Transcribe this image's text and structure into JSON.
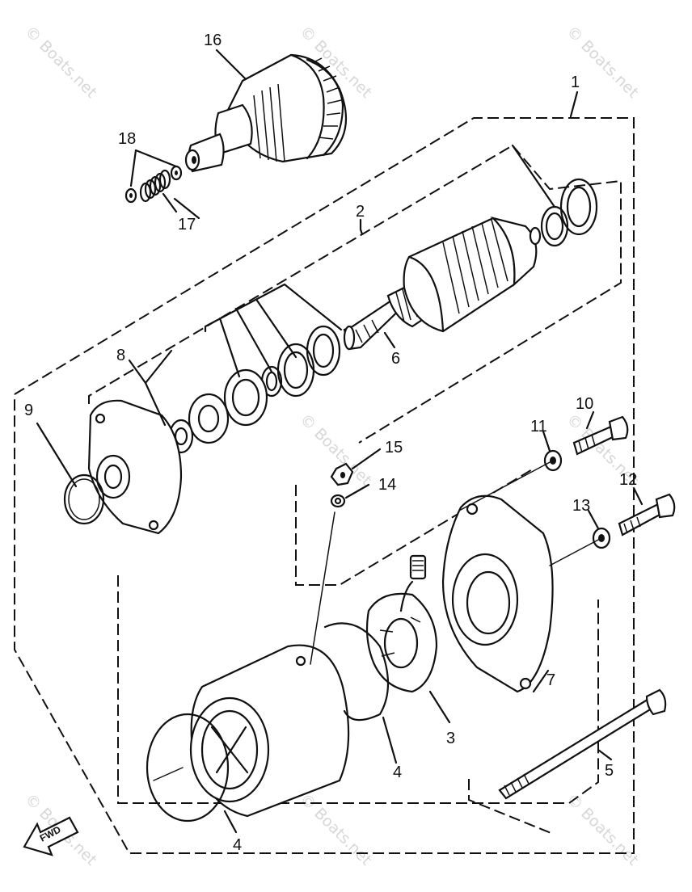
{
  "diagram": {
    "part_labels": [
      "1",
      "2",
      "3",
      "4",
      "4",
      "5",
      "6",
      "7",
      "8",
      "9",
      "10",
      "11",
      "12",
      "13",
      "14",
      "15",
      "16",
      "17",
      "18"
    ],
    "fwd_label": "FWD",
    "watermark": "© Boats.net",
    "ink_color": "#111111",
    "background": "#ffffff"
  },
  "icons": {
    "fwd_arrow": "left-arrow-icon"
  }
}
